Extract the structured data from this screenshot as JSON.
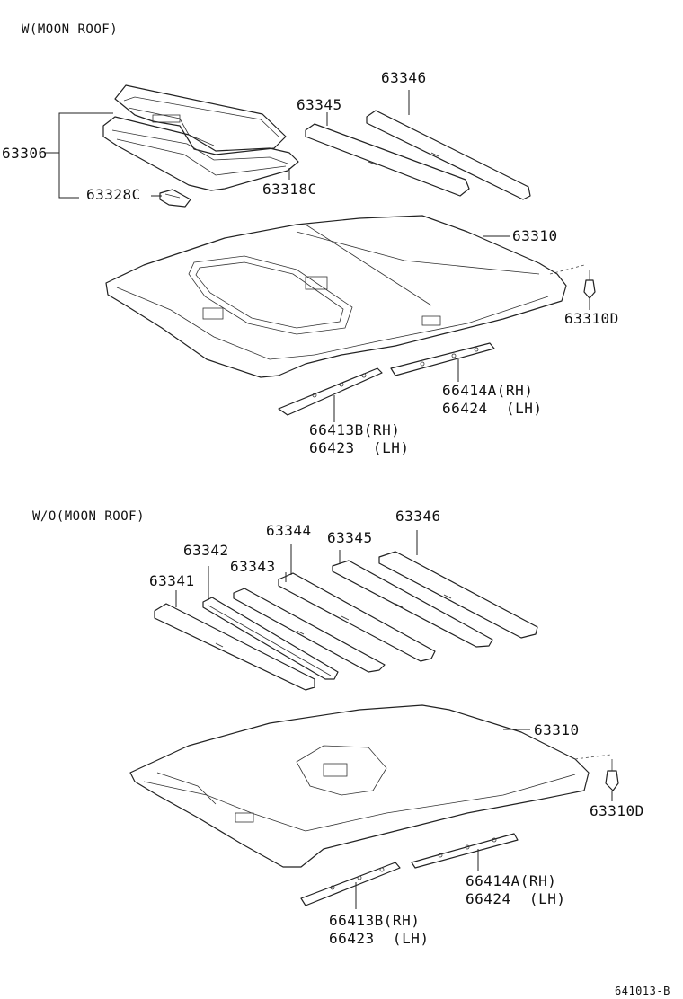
{
  "sections": [
    {
      "title": "W(MOON ROOF)"
    },
    {
      "title": "W/O(MOON ROOF)"
    }
  ],
  "labels_top": {
    "l63306": "63306",
    "l63328c": "63328C",
    "l63318c": "63318C",
    "l63345": "63345",
    "l63346": "63346",
    "l63310": "63310",
    "l63310d": "63310D",
    "l66414a": "66414A(RH)",
    "l66424": "66424  (LH)",
    "l66413b": "66413B(RH)",
    "l66423": "66423  (LH)"
  },
  "labels_bottom": {
    "l63341": "63341",
    "l63342": "63342",
    "l63343": "63343",
    "l63344": "63344",
    "l63345": "63345",
    "l63346": "63346",
    "l63310": "63310",
    "l63310d": "63310D",
    "l66414a": "66414A(RH)",
    "l66424": "66424  (LH)",
    "l66413b": "66413B(RH)",
    "l66423": "66423  (LH)"
  },
  "diagram_id": "641013-B",
  "colors": {
    "line": "#222222",
    "background": "#ffffff"
  }
}
